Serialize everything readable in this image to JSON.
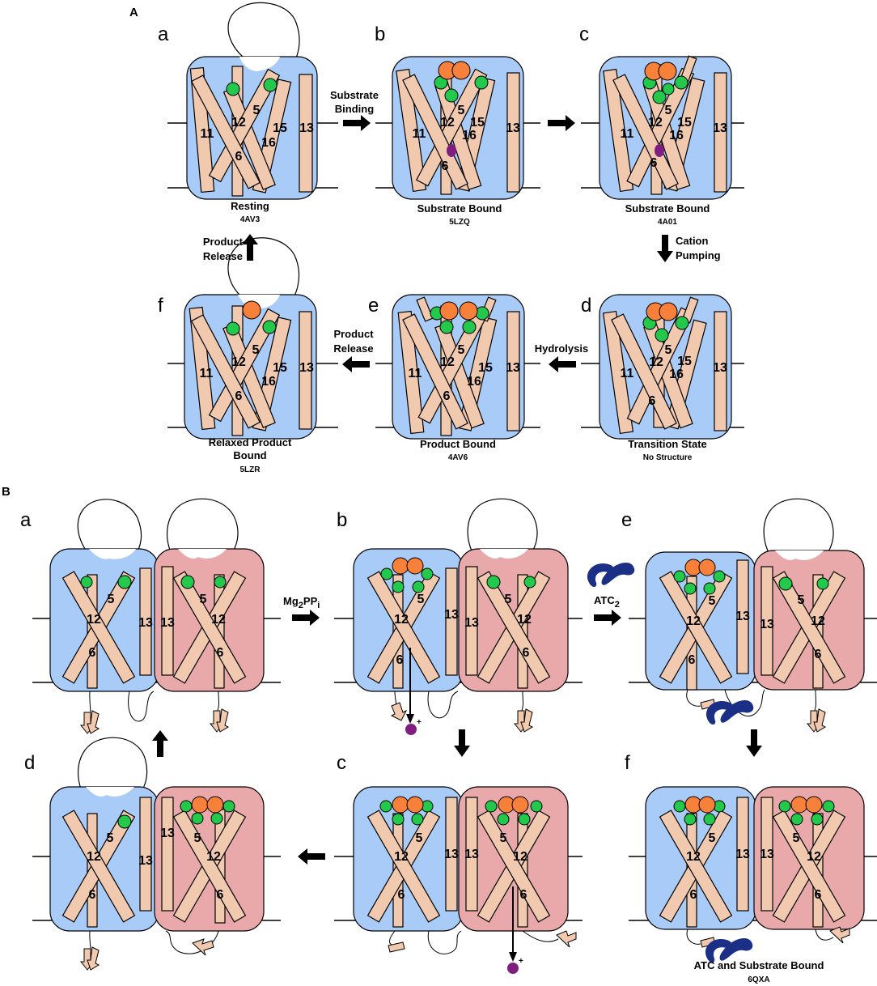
{
  "panel_a": {
    "label": "A",
    "states": [
      {
        "letter": "a",
        "name": "Resting",
        "pdb": "4AV3"
      },
      {
        "letter": "b",
        "name": "Substrate Bound",
        "pdb": "5LZQ"
      },
      {
        "letter": "c",
        "name": "Substrate Bound",
        "pdb": "4A01"
      },
      {
        "letter": "d",
        "name": "Transition State",
        "pdb": "No Structure"
      },
      {
        "letter": "e",
        "name": "Product Bound",
        "pdb": "4AV6"
      },
      {
        "letter": "f",
        "name_line1": "Relaxed Product",
        "name_line2": "Bound",
        "pdb": "5LZR"
      }
    ],
    "steps": {
      "substrate_binding_1": "Substrate",
      "substrate_binding_2": "Binding",
      "cation_pumping_1": "Cation",
      "cation_pumping_2": "Pumping",
      "hydrolysis": "Hydrolysis",
      "product_release_1": "Product",
      "product_release_2": "Release",
      "product_release_up_1": "Product",
      "product_release_up_2": "Release"
    },
    "helices": {
      "h5": "5",
      "h6": "6",
      "h11": "11",
      "h12": "12",
      "h13": "13",
      "h15": "15",
      "h16": "16"
    }
  },
  "panel_b": {
    "label": "B",
    "states": [
      {
        "letter": "a"
      },
      {
        "letter": "b"
      },
      {
        "letter": "e"
      },
      {
        "letter": "d"
      },
      {
        "letter": "c"
      },
      {
        "letter": "f",
        "name": "ATC and Substrate Bound",
        "pdb": "6QXA"
      }
    ],
    "steps": {
      "mg_main": "Mg",
      "mg_sub1": "2",
      "mg_pp": "PP",
      "mg_sub2": "i",
      "atc_main": "ATC",
      "atc_sub": "2"
    },
    "helices": {
      "h5": "5",
      "h6": "6",
      "h12": "12",
      "h13": "13"
    },
    "cation_charge": "+"
  },
  "colors": {
    "blue_subunit": "#a8cbf7",
    "red_subunit": "#e9a9aa",
    "helix": "#f1c9ae",
    "green_site": "#22c94a",
    "orange_substrate": "#f7803a",
    "purple_cation": "#7f1d80",
    "navy_inhibitor": "#1c2f86",
    "membrane_line": "#000000"
  }
}
